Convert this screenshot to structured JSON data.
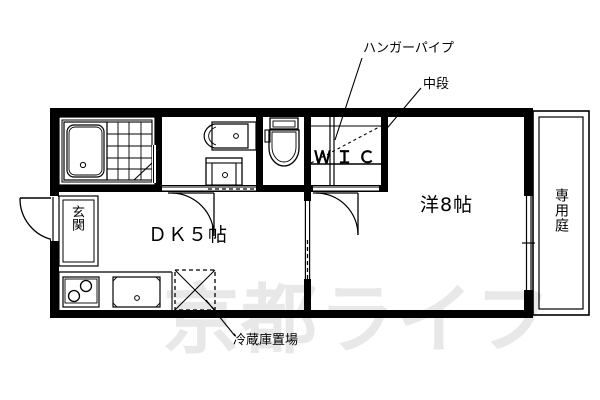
{
  "document": {
    "type": "floor-plan",
    "watermark": "京都ライフ"
  },
  "rooms": [
    {
      "id": "dk",
      "label": "ＤＫ５帖"
    },
    {
      "id": "western",
      "label": "洋8帖"
    },
    {
      "id": "wic",
      "label": "ＷＩＣ"
    },
    {
      "id": "genkan",
      "label": "玄関"
    },
    {
      "id": "garden",
      "label": "専用庭"
    }
  ],
  "annotations": [
    {
      "id": "hanger-pipe",
      "label": "ハンガーパイプ"
    },
    {
      "id": "middle-shelf",
      "label": "中段"
    },
    {
      "id": "fridge-space",
      "label": "冷蔵庫置場"
    }
  ],
  "fixtures": [
    {
      "id": "bathtub",
      "name": "bathtub"
    },
    {
      "id": "shower-floor",
      "name": "tiled-shower-floor"
    },
    {
      "id": "washbasin",
      "name": "washbasin"
    },
    {
      "id": "washer-space",
      "name": "washing-machine-space"
    },
    {
      "id": "toilet",
      "name": "toilet"
    },
    {
      "id": "stove",
      "name": "two-burner-stove"
    },
    {
      "id": "kitchen-sink",
      "name": "kitchen-sink"
    },
    {
      "id": "refrigerator",
      "name": "refrigerator-placement"
    }
  ],
  "openings": [
    {
      "id": "entry-door",
      "name": "entrance-door"
    },
    {
      "id": "bath-door",
      "name": "bathroom-sliding-door"
    },
    {
      "id": "washroom-door",
      "name": "washroom-door"
    },
    {
      "id": "toilet-door",
      "name": "toilet-door"
    },
    {
      "id": "wic-door",
      "name": "wic-door"
    },
    {
      "id": "room-partition",
      "name": "sliding-partition"
    },
    {
      "id": "garden-window",
      "name": "garden-sliding-window"
    }
  ],
  "colors": {
    "wall": "#000000",
    "paper": "#ffffff",
    "watermark": "#e8e8e8",
    "line": "#000000"
  }
}
